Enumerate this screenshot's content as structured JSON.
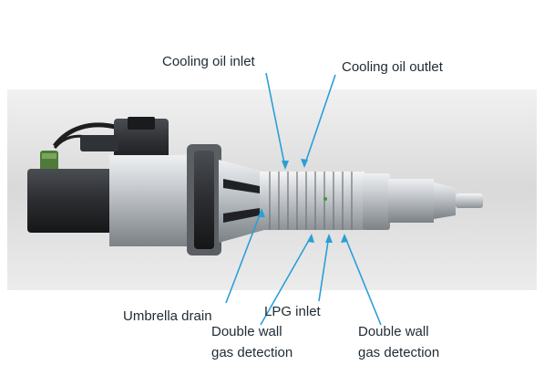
{
  "labels": {
    "cooling_oil_inlet": "Cooling oil inlet",
    "cooling_oil_outlet": "Cooling oil outlet",
    "umbrella_drain": "Umbrella drain",
    "lpg_inlet": "LPG inlet",
    "double_wall_left_line1": "Double wall",
    "double_wall_left_line2": "gas detection",
    "double_wall_right_line1": "Double wall",
    "double_wall_right_line2": "gas detection"
  },
  "colors": {
    "leader_line": "#2a9fd6",
    "text": "#1f2a33",
    "background_panel": "#e3e3e3",
    "body_metal": "#b8bcc0",
    "dark_metal": "#2b2d30"
  },
  "icons": [
    "lpg-injector-illustration"
  ]
}
